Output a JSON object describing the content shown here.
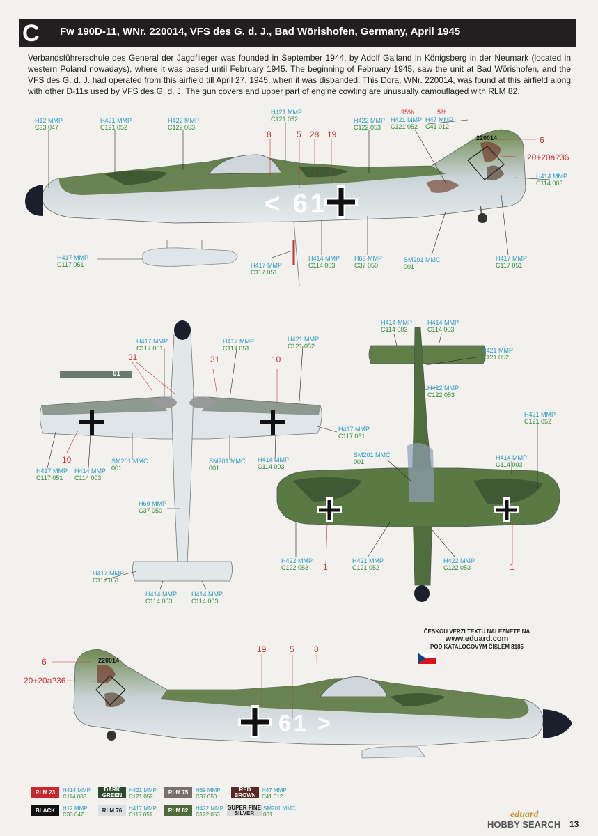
{
  "header": {
    "letter": "C",
    "title": "Fw 190D-11, WNr. 220014, VFS des G. d. J., Bad Wörishofen, Germany, April 1945"
  },
  "description": "Verbandsführerschule des General der Jagdflieger was founded in September 1944, by Adolf Galland in Königsberg in der Neumark (located in western Poland nowadays), where it was based until February 1945. The beginning of February 1945, saw the unit at Bad Wörishofen, and the VFS des G. d. J. had operated from this airfield till April 27, 1945, when it was disbanded. This Dora, WNr. 220014, was found at this airfield along with other D-11s used by VFS des G. d. J. The gun covers and upper part of engine cowling are unusually camouflaged with RLM 82.",
  "labels": {
    "l1": [
      "H12 MMP",
      "C33  047"
    ],
    "l2": [
      "H421 MMP",
      "C121 052"
    ],
    "l3": [
      "H422 MMP",
      "C122 053"
    ],
    "l4": [
      "H421 MMP",
      "C121 052"
    ],
    "l5": [
      "H422 MMP",
      "C122 053"
    ],
    "l6": [
      "H421 MMP",
      "C121 052"
    ],
    "l7": [
      "H47 MMP",
      "C41  012"
    ],
    "l8": [
      "H414 MMP",
      "C114 003"
    ],
    "l9": [
      "H417 MMP",
      "C117 051"
    ],
    "l10": [
      "H417 MMP",
      "C117 051"
    ],
    "l11": [
      "H414 MMP",
      "C114 003"
    ],
    "l12": [
      "H69 MMP",
      "C37  050"
    ],
    "l13": [
      "SM201 MMC",
      "001"
    ],
    "l14": [
      "H417 MMP",
      "C117 051"
    ],
    "l15": [
      "H417 MMP",
      "C117 051"
    ],
    "l16": [
      "H417 MMP",
      "C117 051"
    ],
    "l17": [
      "H421 MMP",
      "C121 052"
    ],
    "l18": [
      "H417 MMP",
      "C117 051"
    ],
    "l19": [
      "H417 MMP",
      "C117 051"
    ],
    "l20": [
      "H414 MMP",
      "C114 003"
    ],
    "l21": [
      "SM201 MMC",
      "001"
    ],
    "l22": [
      "SM201 MMC",
      "001"
    ],
    "l23": [
      "H414 MMP",
      "C114 003"
    ],
    "l24": [
      "H69 MMP",
      "C37  050"
    ],
    "l25": [
      "H417 MMP",
      "C117 051"
    ],
    "l26": [
      "H414 MMP",
      "C114 003"
    ],
    "l27": [
      "H414 MMP",
      "C114 003"
    ],
    "l28": [
      "H414 MMP",
      "C114 003"
    ],
    "l29": [
      "H414 MMP",
      "C114 003"
    ],
    "l30": [
      "H421 MMP",
      "C121 052"
    ],
    "l31": [
      "H422 MMP",
      "C122 053"
    ],
    "l32": [
      "H421 MMP",
      "C121 052"
    ],
    "l33": [
      "SM201 MMC",
      "001"
    ],
    "l34": [
      "H414 MMP",
      "C114 003"
    ],
    "l35": [
      "H422 MMP",
      "C122 053"
    ],
    "l36": [
      "H421 MMP",
      "C121 052"
    ],
    "l37": [
      "H422 MMP",
      "C122 053"
    ]
  },
  "percents": {
    "p1": "95%",
    "p2": "5%"
  },
  "callouts": {
    "n8": "8",
    "n5": "5",
    "n28": "28",
    "n19": "19",
    "n6": "6",
    "n20": "20+20a?36",
    "n31a": "31",
    "n31b": "31",
    "n10a": "10",
    "n10b": "10",
    "n1a": "1",
    "n1b": "1",
    "n6b": "6",
    "n20b": "20+20a?36",
    "n19b": "19",
    "n5b": "5",
    "n8b": "8"
  },
  "markings": {
    "side_code": "< 61",
    "side_code2": "61 >",
    "wnr": "220014",
    "wnr2": "220014",
    "tank_code": "61"
  },
  "notice": {
    "line1": "ČESKOU VERZI TEXTU NALEZNETE NA",
    "url": "www.eduard.com",
    "line3": "POD KATALOGOVÝM ČÍSLEM 8185"
  },
  "swatches": [
    {
      "name": "RLM 23",
      "bg": "#c8282d",
      "fg": "#ffffff",
      "h": "H414 MMP",
      "c": "C114  003"
    },
    {
      "name": "DARK GREEN",
      "bg": "#2c4a2c",
      "fg": "#ffffff",
      "h": "H421 MMP",
      "c": "C121  052"
    },
    {
      "name": "RLM 75",
      "bg": "#77706c",
      "fg": "#ffffff",
      "h": "H69 MMP",
      "c": "C37  050"
    },
    {
      "name": "RED BROWN",
      "bg": "#5a2a20",
      "fg": "#ffffff",
      "h": "H47 MMP",
      "c": "C41  012"
    },
    {
      "name": "BLACK",
      "bg": "#111111",
      "fg": "#ffffff",
      "h": "H12 MMP",
      "c": "C33  047"
    },
    {
      "name": "RLM 76",
      "bg": "#d9dfe2",
      "fg": "#222222",
      "h": "H417 MMP",
      "c": "C117  051"
    },
    {
      "name": "RLM 82",
      "bg": "#4f6b3a",
      "fg": "#ffffff",
      "h": "H422 MMP",
      "c": "C122  053"
    },
    {
      "name": "SUPER FINE SILVER",
      "bg": "#d9d9d9",
      "fg": "#222222",
      "h": "SM201 MMC",
      "c": "001"
    }
  ],
  "footer": {
    "brand": "eduard",
    "page": "13",
    "watermark": "HOBBY SEARCH"
  }
}
